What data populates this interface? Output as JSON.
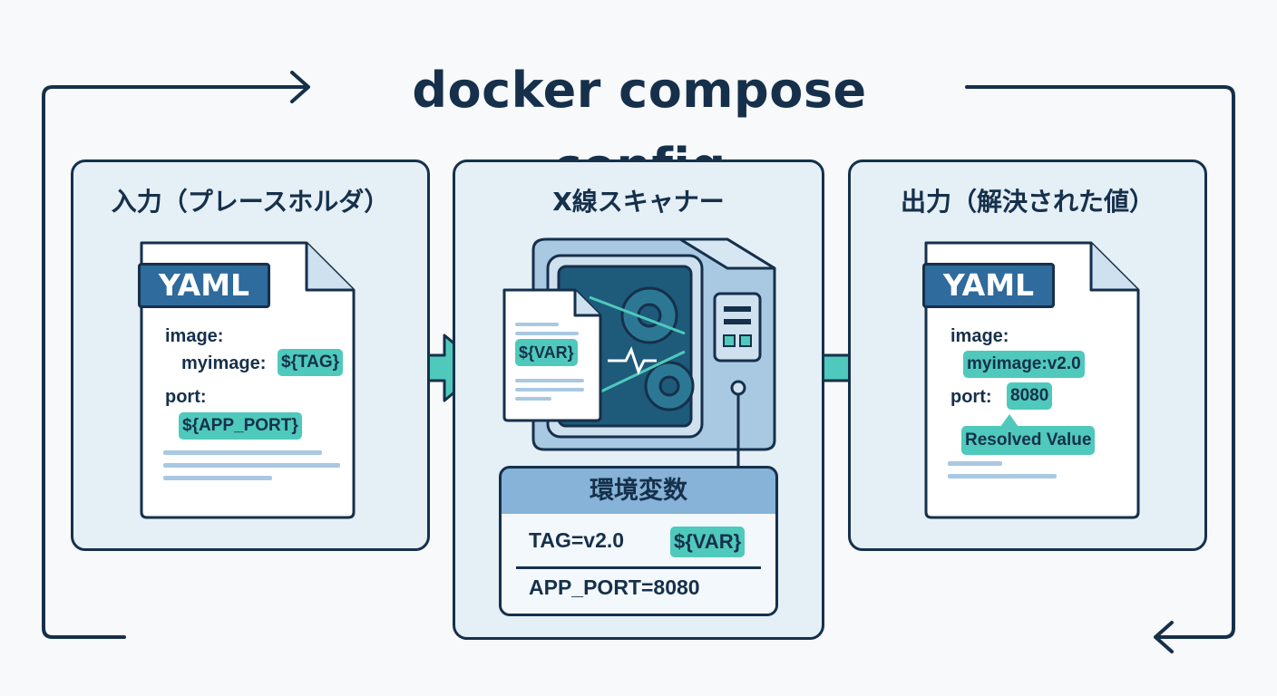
{
  "title": "docker compose config",
  "panels": {
    "input": {
      "title": "入力（プレースホルダ）",
      "badge": "YAML",
      "line_image": "image:",
      "line_myimage": "myimage:",
      "tag_placeholder": "${TAG}",
      "line_port": "port:",
      "port_placeholder": "${APP_PORT}"
    },
    "scanner": {
      "title": "X線スキャナー",
      "doc_placeholder": "${VAR}",
      "env": {
        "header": "環境変数",
        "line1": "TAG=v2.0",
        "line1_badge": "${VAR}",
        "line2": "APP_PORT=8080"
      }
    },
    "output": {
      "title": "出力（解決された値）",
      "badge": "YAML",
      "line_image": "image:",
      "resolved_image": "myimage:v2.0",
      "line_port": "port:",
      "resolved_port": "8080",
      "tooltip": "Resolved Value"
    }
  },
  "colors": {
    "navy": "#16304b",
    "teal": "#4fc9bb",
    "panel_bg": "#e4eff6",
    "yaml_blue": "#2f6b9c"
  }
}
